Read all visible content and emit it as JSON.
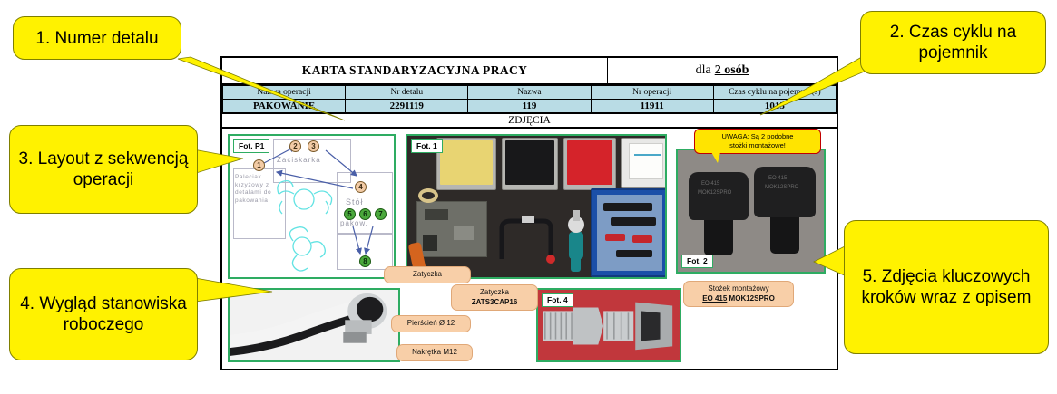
{
  "document": {
    "title": "KARTA STANDARYZACYJNA PRACY",
    "for_prefix": "dla",
    "for_value": "2 osób",
    "photos_section_label": "ZDJĘCIA",
    "table": {
      "headers": [
        "Nazwa operacji",
        "Nr detalu",
        "Nazwa",
        "Nr operacji",
        "Czas cyklu na pojemnik(s)"
      ],
      "values": [
        "PAKOWANIE",
        "2291119",
        "119",
        "11911",
        "1015"
      ]
    }
  },
  "panels": {
    "layout": {
      "tag": "Fot. P1",
      "machine_label": "Zaciskarka",
      "table_label": "Stół",
      "table_label2": "pakow.",
      "pallet_label": "Paleciak krzyżowy z detalami do pakowania",
      "steps": [
        {
          "n": "1",
          "color": "tan"
        },
        {
          "n": "2",
          "color": "tan"
        },
        {
          "n": "3",
          "color": "tan"
        },
        {
          "n": "4",
          "color": "tan"
        },
        {
          "n": "5",
          "color": "green"
        },
        {
          "n": "6",
          "color": "green"
        },
        {
          "n": "7",
          "color": "green"
        },
        {
          "n": "8",
          "color": "green"
        }
      ]
    },
    "bench": {
      "tag": "Fot. 1"
    },
    "cones": {
      "tag": "Fot. 2",
      "warning_line1": "UWAGA: Są 2 podobne",
      "warning_line2": "stożki montażowe!",
      "caption_line1": "Stożek montażowy",
      "caption_code_bold": "EO 415",
      "caption_code_rest": " MOK12SPRO"
    },
    "hose": {
      "tag": ""
    },
    "fitting": {
      "tag": "Fot. 4"
    }
  },
  "part_labels": {
    "plug": "Zatyczka",
    "plug_code_name": "Zatyczka",
    "plug_code": "ZATS3CAP16",
    "ring": "Pierścień Ø 12",
    "nut": "Nakrętka M12"
  },
  "callouts": [
    {
      "id": "1",
      "text": "1. Numer detalu"
    },
    {
      "id": "2",
      "text": "2. Czas cyklu na pojemnik"
    },
    {
      "id": "3",
      "text": "3. Layout z sekwencją operacji"
    },
    {
      "id": "4",
      "text": "4. Wygląd stanowiska roboczego"
    },
    {
      "id": "5",
      "text": "5. Zdjęcia kluczowych kroków wraz z opisem"
    }
  ],
  "colors": {
    "callout_yellow": "#fff200",
    "table_blue": "#b9dce5",
    "panel_green": "#2eac62",
    "label_peach": "#f8cfa8",
    "warning_red": "#c00000"
  }
}
